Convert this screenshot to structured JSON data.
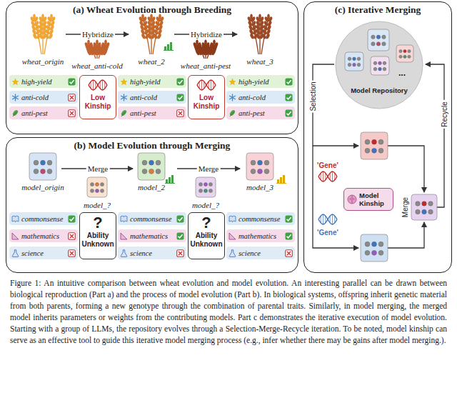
{
  "diagram": {
    "caption": "Figure 1: An intuitive comparison between wheat evolution and model evolution. An interesting parallel can be drawn between biological reproduction (Part a) and the process of model evolution (Part b). In biological systems, offspring inherit genetic material from both parents, forming a new genotype through the combination of parental traits. Similarly, in model merging, the merged model inherits parameters or weights from the contributing models. Part c demonstrates the iterative execution of model evolution. Starting with a group of LLMs, the repository evolves through a Selection-Merge-Recycle iteration. To be noted, model kinship can serve as an effective tool to guide this iterative model merging process (e.g., infer whether there may be gains after model merging.).",
    "nodes": [
      {
        "text": [
          "(a) Wheat Evolution through Breeding"
        ]
      },
      {
        "text": [
          "high-yield"
        ],
        "in": 0
      },
      {
        "text": [
          "anti-cold"
        ],
        "in": 0
      },
      {
        "text": [
          "anti-pest"
        ],
        "in": 0
      },
      {
        "text": [
          "Low Kinship"
        ],
        "in": 0
      },
      {
        "text": [
          "high-yield"
        ],
        "in": 0
      },
      {
        "text": [
          "anti-cold"
        ],
        "in": 0
      },
      {
        "text": [
          "anti-pest"
        ],
        "in": 0
      },
      {
        "text": [
          "Low Kinship"
        ],
        "in": 0
      },
      {
        "text": [
          "high-yield"
        ],
        "in": 0
      },
      {
        "text": [
          "anti-cold"
        ],
        "in": 0
      },
      {
        "text": [
          "anti-pest"
        ],
        "in": 0
      },
      {
        "text": [
          "(b) Model Evolution through Merging"
        ]
      },
      {
        "text": [
          "commonsense"
        ],
        "in": 12
      },
      {
        "text": [
          "mathematics"
        ],
        "in": 12
      },
      {
        "text": [
          "science"
        ],
        "in": 12
      },
      {
        "text": [
          "?",
          "Ability Unknown"
        ],
        "in": 12
      },
      {
        "text": [
          "commonsense"
        ],
        "in": 12
      },
      {
        "text": [
          "mathematics"
        ],
        "in": 12
      },
      {
        "text": [
          "science"
        ],
        "in": 12
      },
      {
        "text": [
          "?",
          "Ability Unknown"
        ],
        "in": 12
      },
      {
        "text": [
          "commonsense"
        ],
        "in": 12
      },
      {
        "text": [
          "mathematics"
        ],
        "in": 12
      },
      {
        "text": [
          "science"
        ],
        "in": 12
      },
      {
        "text": [
          "(c) Iterative Merging"
        ]
      },
      {
        "text": [
          "Model Repository"
        ],
        "in": 24
      },
      {
        "text": [
          "Model Kinship"
        ],
        "in": 24
      }
    ],
    "labels": [
      "wheat_origin",
      "Hybridize",
      "wheat_anti-cold",
      "wheat_2",
      "Hybridize",
      "wheat_anti-pest",
      "wheat_3",
      "model_origin",
      "Merge",
      "model_?",
      "model_2",
      "Merge",
      "model_?",
      "model_3",
      "...",
      "Selection",
      "Recycle",
      "'Gene'",
      "'Gene'",
      "Merge"
    ]
  }
}
